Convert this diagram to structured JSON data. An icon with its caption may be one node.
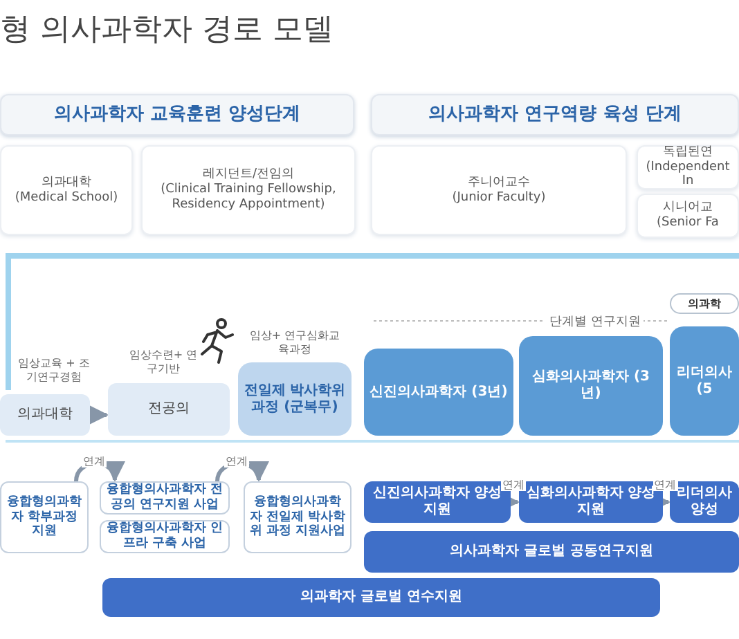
{
  "diagram": {
    "title": "형 의사과학자 경로 모델",
    "nodes": [
      {
        "text": [
          "의사과학자 교육훈련 양성단계"
        ]
      },
      {
        "text": [
          "의사과학자 연구역량 육성 단계"
        ]
      },
      {
        "text": [
          "의과대학",
          "(Medical School)"
        ]
      },
      {
        "text": [
          "레지던트/전임의",
          "(Clinical Training Fellowship, Residency Appointment)"
        ]
      },
      {
        "text": [
          "주니어교수",
          "(Junior Faculty)"
        ]
      },
      {
        "text": [
          "독립된연",
          "(Independent In"
        ]
      },
      {
        "text": [
          "시니어교",
          "(Senior Fa"
        ]
      },
      {
        "text": [
          "의과대학"
        ],
        "beside": [
          "임상교육 + 조기연구경험"
        ]
      },
      {
        "text": [
          "전공의"
        ],
        "beside": [
          "임상수련+ 연구기반"
        ]
      },
      {
        "text": [
          "전일제 박사학위과정 (군복무)"
        ],
        "beside": [
          "임상+ 연구심화교육과정"
        ]
      },
      {
        "text": [
          "신진의사과학자 (3년)"
        ]
      },
      {
        "text": [
          "심화의사과학자 (3년)"
        ]
      },
      {
        "text": [
          "리더의사 (5"
        ]
      },
      {
        "text": [
          "의과학"
        ]
      },
      {
        "text": [
          "융합형의과학자 학부과정지원"
        ]
      },
      {
        "text": [
          "융합형의사과학자 전공의 연구지원 사업"
        ]
      },
      {
        "text": [
          "융합형의사과학자 인프라 구축 사업"
        ]
      },
      {
        "text": [
          "융합형의사과학자 전일제 박사학위 과정 지원사업"
        ]
      },
      {
        "text": [
          "신진의사과학자 양성지원"
        ]
      },
      {
        "text": [
          "심화의사과학자 양성지원"
        ]
      },
      {
        "text": [
          "리더의사 양성"
        ]
      },
      {
        "text": [
          "의사과학자 글로벌 공동연구지원"
        ]
      },
      {
        "text": [
          "의과학자 글로벌 연수지원"
        ]
      }
    ],
    "edges": [
      {
        "from": 7,
        "to": 8,
        "arrow": "to"
      },
      {
        "from": 14,
        "to": 15,
        "arrow": "to",
        "label": "연계"
      },
      {
        "from": 15,
        "to": 17,
        "arrow": "to",
        "label": "연계"
      },
      {
        "from": 18,
        "to": 19,
        "arrow": "to",
        "label": "연계"
      },
      {
        "from": 19,
        "to": 20,
        "arrow": "to",
        "label": "연계"
      }
    ],
    "labels": [
      "단계별 연구지원"
    ]
  }
}
